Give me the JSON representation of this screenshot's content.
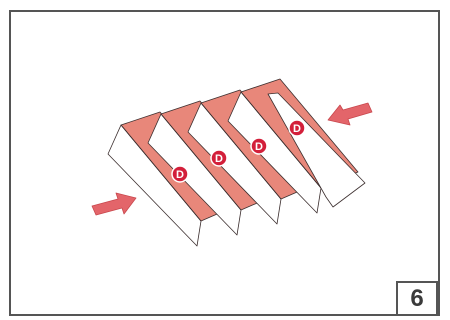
{
  "panel": {
    "step_number": "6",
    "marker_label": "D",
    "panel_count": 4,
    "colors": {
      "panel_face": "#e8877a",
      "panel_stroke": "#3c2f2f",
      "flat_face": "#ffffff",
      "marker": "#d31f3a",
      "marker_text": "#ffffff",
      "arrow": "#e3656a",
      "frame": "#555555"
    },
    "arrows": [
      {
        "name": "push-arrow-left",
        "direction": "right"
      },
      {
        "name": "push-arrow-right",
        "direction": "left"
      }
    ]
  }
}
